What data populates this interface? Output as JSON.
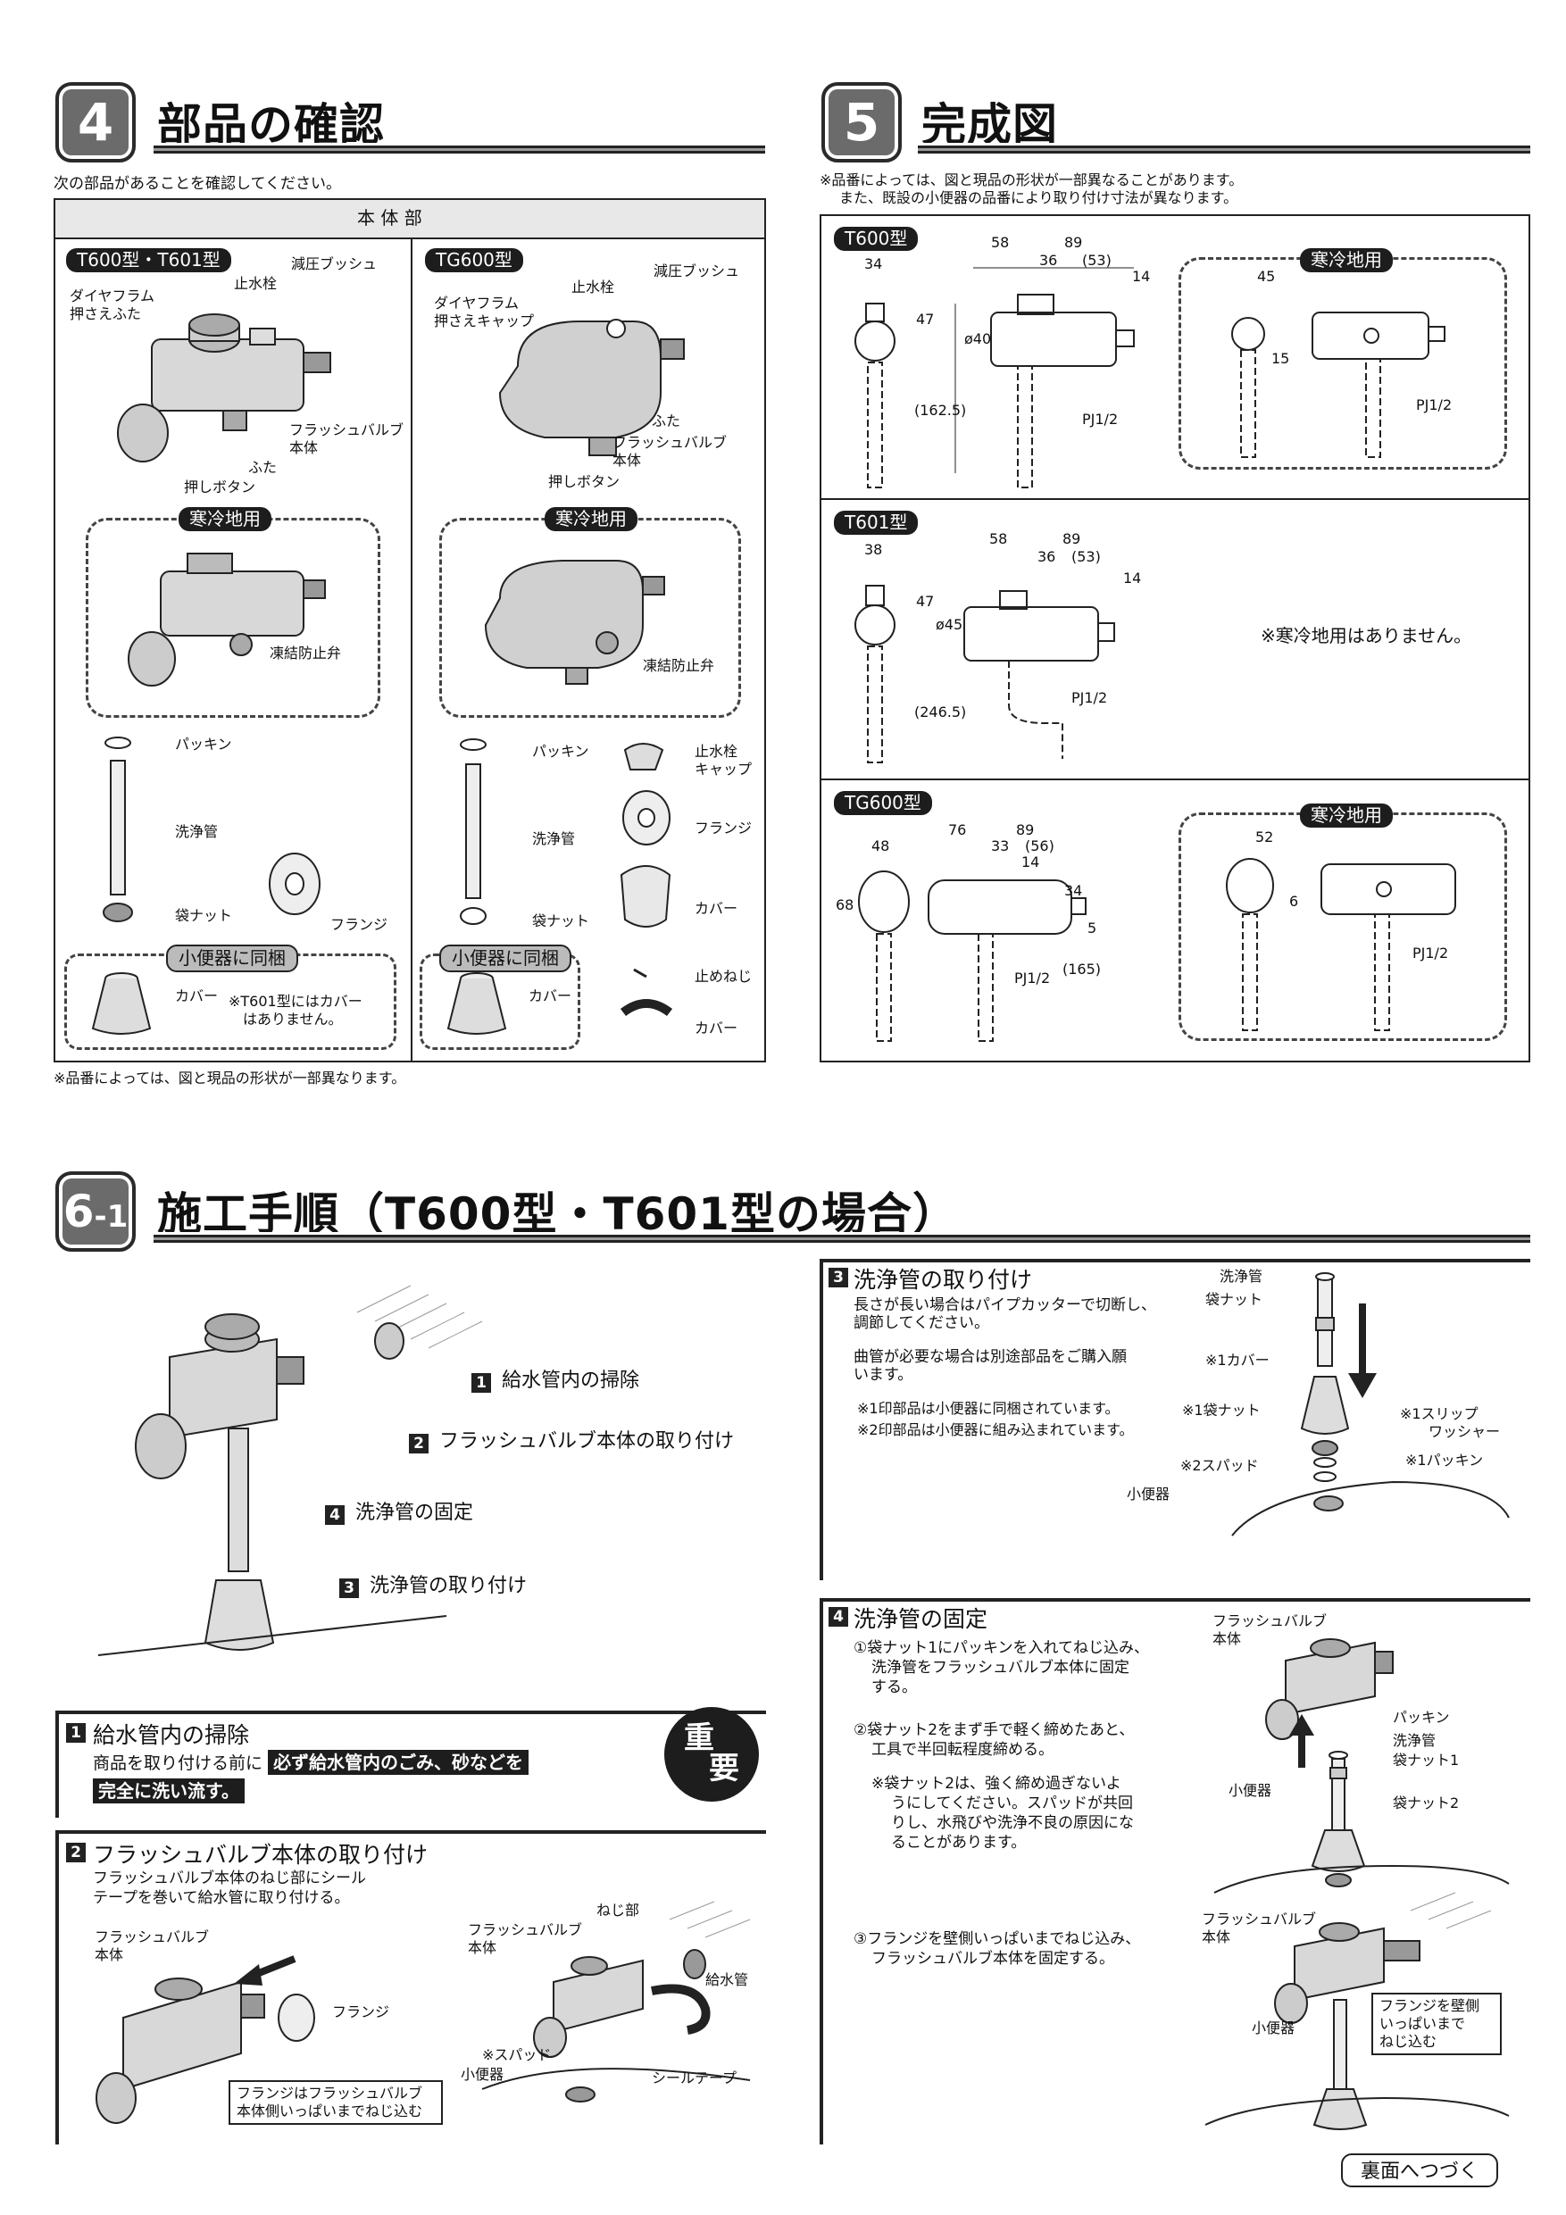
{
  "sec4": {
    "num": "4",
    "title": "部品の確認",
    "intro": "次の部品があることを確認してください。",
    "table_header": "本 体 部",
    "left": {
      "model": "T600型・T601型",
      "labels": [
        "減圧ブッシュ",
        "止水栓",
        "ダイヤフラム",
        "押さえふた",
        "フラッシュバルブ",
        "本体",
        "ふた",
        "押しボタン"
      ],
      "cold": "寒冷地用",
      "cold_label": "凍結防止弁",
      "parts": [
        "パッキン",
        "洗浄管",
        "袋ナット",
        "フランジ"
      ],
      "bundle": "小便器に同梱",
      "bundle_cover": "カバー",
      "bundle_note1": "※T601型にはカバー",
      "bundle_note2": "はありません。"
    },
    "right": {
      "model": "TG600型",
      "labels": [
        "減圧ブッシュ",
        "止水栓",
        "ダイヤフラム",
        "押さえキャップ",
        "ふた",
        "フラッシュバルブ",
        "本体",
        "押しボタン"
      ],
      "cold": "寒冷地用",
      "cold_label": "凍結防止弁",
      "parts": [
        "パッキン",
        "止水栓",
        "キャップ",
        "洗浄管",
        "フランジ",
        "袋ナット",
        "カバー",
        "止めねじ",
        "カバー"
      ],
      "bundle": "小便器に同梱",
      "bundle_cover": "カバー"
    },
    "footnote": "※品番によっては、図と現品の形状が一部異なります。"
  },
  "sec5": {
    "num": "5",
    "title": "完成図",
    "note1": "※品番によっては、図と現品の形状が一部異なることがあります。",
    "note2": "また、既設の小便器の品番により取り付け寸法が異なります。",
    "t600": {
      "model": "T600型",
      "dims": [
        "34",
        "58",
        "89",
        "36",
        "(53)",
        "14",
        "47",
        "ø40",
        "(162.5)",
        "PJ1/2"
      ],
      "cold": "寒冷地用",
      "cold_dims": [
        "45",
        "15",
        "PJ1/2"
      ]
    },
    "t601": {
      "model": "T601型",
      "dims": [
        "38",
        "58",
        "36",
        "(53)",
        "89",
        "14",
        "47",
        "ø45",
        "(246.5)",
        "PJ1/2"
      ],
      "note": "※寒冷地用はありません。"
    },
    "tg600": {
      "model": "TG600型",
      "dims": [
        "48",
        "76",
        "89",
        "33",
        "(56)",
        "14",
        "34",
        "68",
        "5",
        "(165)",
        "PJ1/2"
      ],
      "cold": "寒冷地用",
      "cold_dims": [
        "52",
        "6",
        "PJ1/2"
      ]
    }
  },
  "sec6": {
    "num": "6",
    "sub": "-1",
    "title": "施工手順（T600型・T601型の場合）",
    "overview": [
      {
        "n": "1",
        "label": "給水管内の掃除"
      },
      {
        "n": "2",
        "label": "フラッシュバルブ本体の取り付け"
      },
      {
        "n": "4",
        "label": "洗浄管の固定"
      },
      {
        "n": "3",
        "label": "洗浄管の取り付け"
      }
    ],
    "step1": {
      "n": "1",
      "title": "給水管内の掃除",
      "text": "商品を取り付ける前に",
      "hl1": "必ず給水管内のごみ、砂などを",
      "hl2": "完全に洗い流す。",
      "badge1": "重",
      "badge2": "要"
    },
    "step2": {
      "n": "2",
      "title": "フラッシュバルブ本体の取り付け",
      "text1": "フラッシュバルブ本体のねじ部にシール",
      "text2": "テープを巻いて給水管に取り付ける。",
      "labels": [
        "フラッシュバルブ",
        "本体",
        "フランジ",
        "フラッシュバルブ",
        "本体",
        "ねじ部",
        "給水管",
        "※スパッド",
        "小便器",
        "シールテープ"
      ],
      "callout1": "フランジはフラッシュバルブ",
      "callout2": "本体側いっぱいまでねじ込む"
    },
    "step3": {
      "n": "3",
      "title": "洗浄管の取り付け",
      "text1": "長さが長い場合はパイプカッターで切断し、",
      "text2": "調節してください。",
      "text3": "曲管が必要な場合は別途部品をご購入願",
      "text4": "います。",
      "note1": "※1印部品は小便器に同梱されています。",
      "note2": "※2印部品は小便器に組み込まれています。",
      "labels": [
        "洗浄管",
        "袋ナット",
        "※1カバー",
        "※1袋ナット",
        "※1スリップ",
        "ワッシャー",
        "※1パッキン",
        "※2スパッド",
        "小便器"
      ]
    },
    "step4": {
      "n": "4",
      "title": "洗浄管の固定",
      "i1a": "①袋ナット1にパッキンを入れてねじ込み、",
      "i1b": "洗浄管をフラッシュバルブ本体に固定",
      "i1c": "する。",
      "i2a": "②袋ナット2をまず手で軽く締めたあと、",
      "i2b": "工具で半回転程度締める。",
      "n2a": "※袋ナット2は、強く締め過ぎないよ",
      "n2b": "うにしてください。スパッドが共回",
      "n2c": "りし、水飛びや洗浄不良の原因にな",
      "n2d": "ることがあります。",
      "i3a": "③フランジを壁側いっぱいまでねじ込み、",
      "i3b": "フラッシュバルブ本体を固定する。",
      "labels": [
        "フラッシュバルブ",
        "本体",
        "パッキン",
        "洗浄管",
        "袋ナット1",
        "小便器",
        "袋ナット2",
        "フラッシュバルブ",
        "本体",
        "小便器"
      ],
      "callout1": "フランジを壁側",
      "callout2": "いっぱいまで",
      "callout3": "ねじ込む"
    },
    "continue": "裏面へつづく"
  }
}
